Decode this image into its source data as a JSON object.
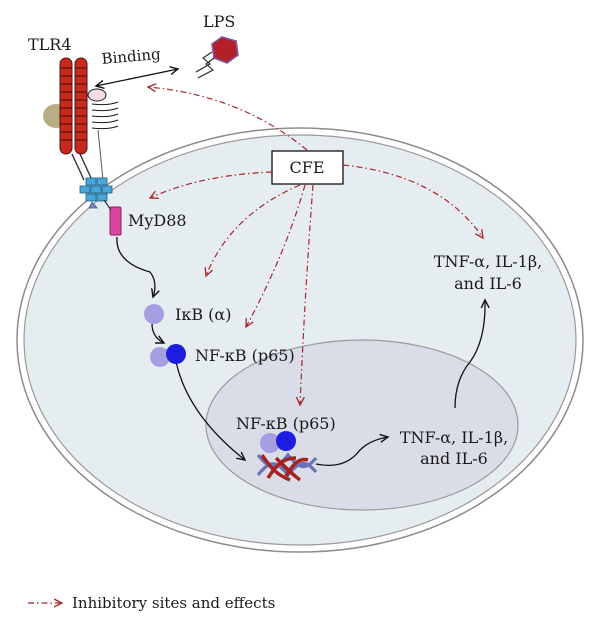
{
  "labels": {
    "tlr4": "TLR4",
    "lps": "LPS",
    "binding": "Binding",
    "cfe": "CFE",
    "myd88": "MyD88",
    "ikb": "IκB (α)",
    "nfkb_cyto": "NF-κB (p65)",
    "nfkb_nucleus": "NF-κB (p65)",
    "cytokines_nucleus_line1": "TNF-α, IL-1β,",
    "cytokines_nucleus_line2": "and IL-6",
    "cytokines_out_line1": "TNF-α, IL-1β,",
    "cytokines_out_line2": "and IL-6"
  },
  "legend": {
    "inhibitory": "Inhibitory sites and effects"
  },
  "colors": {
    "cell_fill": "#e6edf1",
    "cell_stroke": "#8c8c8c",
    "nucleus_fill": "#dadce8",
    "tlr4_red": "#c62a1f",
    "lps_red": "#b3202a",
    "lps_border": "#7a5aa0",
    "myd88_pink": "#d9449c",
    "receptor_cyan": "#4aa6d6",
    "ikb_lavender": "#a59ee0",
    "p65_blue": "#1d1de0",
    "inhibit_arrow": "#a8252c",
    "dna_red": "#a6221d",
    "dna_blue": "#6b73b8",
    "lipid_tan": "#b9ad86"
  }
}
